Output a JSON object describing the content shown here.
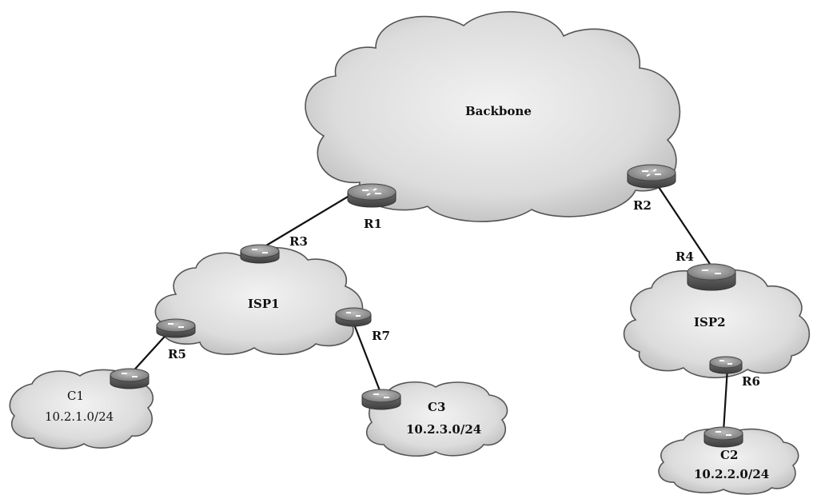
{
  "clouds": {
    "backbone": {
      "label": "Backbone"
    },
    "isp1": {
      "label": "ISP1"
    },
    "isp2": {
      "label": "ISP2"
    },
    "c1": {
      "label": "C1",
      "subnet": "10.2.1.0/24"
    },
    "c2": {
      "label": "C2",
      "subnet": "10.2.2.0/24"
    },
    "c3": {
      "label": "C3",
      "subnet": "10.2.3.0/24"
    }
  },
  "routers": {
    "r1": "R1",
    "r2": "R2",
    "r3": "R3",
    "r4": "R4",
    "r5": "R5",
    "r6": "R6",
    "r7": "R7"
  },
  "links": [
    {
      "from": "r1",
      "to": "r3"
    },
    {
      "from": "r2",
      "to": "r4"
    },
    {
      "from": "r5",
      "to": "c1-router"
    },
    {
      "from": "r7",
      "to": "c3-router"
    },
    {
      "from": "r6",
      "to": "c2-router"
    }
  ],
  "colors": {
    "cloud_light": "#ececec",
    "cloud_dark": "#bdbdbd",
    "router_top": "#9a9a9a",
    "router_body": "#5a5a5a"
  }
}
